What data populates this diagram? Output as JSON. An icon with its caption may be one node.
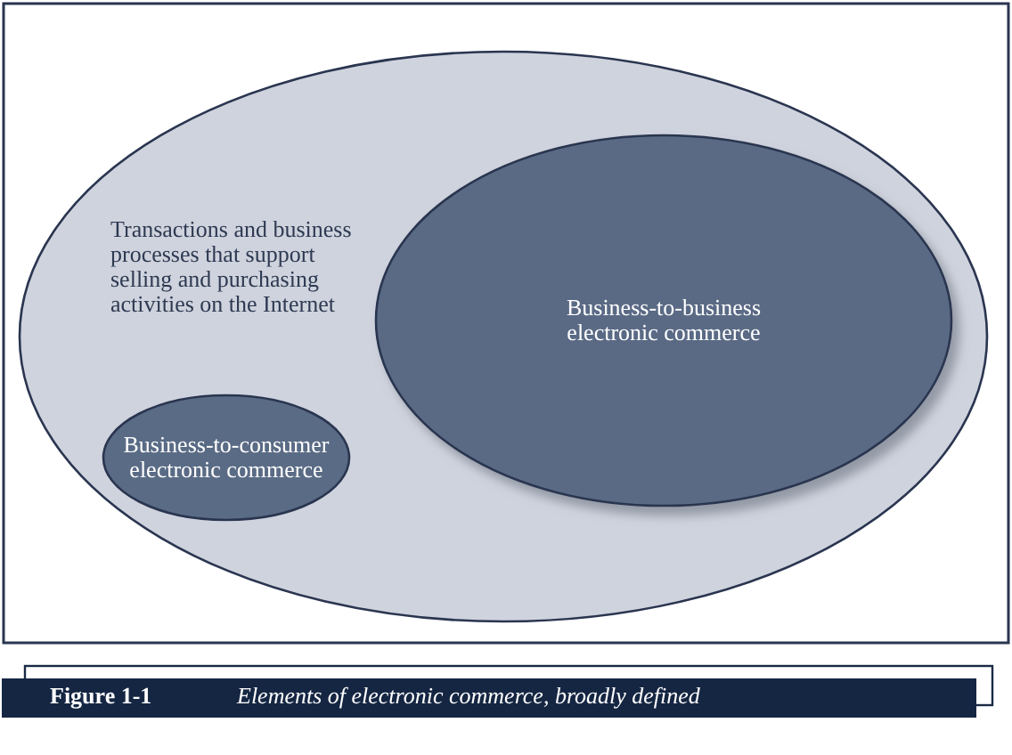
{
  "diagram": {
    "caption": "Elements of electronic commerce, broadly defined",
    "nodes": [
      {
        "text": [
          "Transactions and business processes that support selling and purchasing activities on the Internet"
        ]
      },
      {
        "text": [
          "Business-to-consumer electronic commerce"
        ],
        "in": 0
      },
      {
        "text": [
          "Business-to-business electronic commerce"
        ],
        "in": 0
      }
    ],
    "edges": [],
    "labels": [
      "Figure 1-1"
    ]
  }
}
